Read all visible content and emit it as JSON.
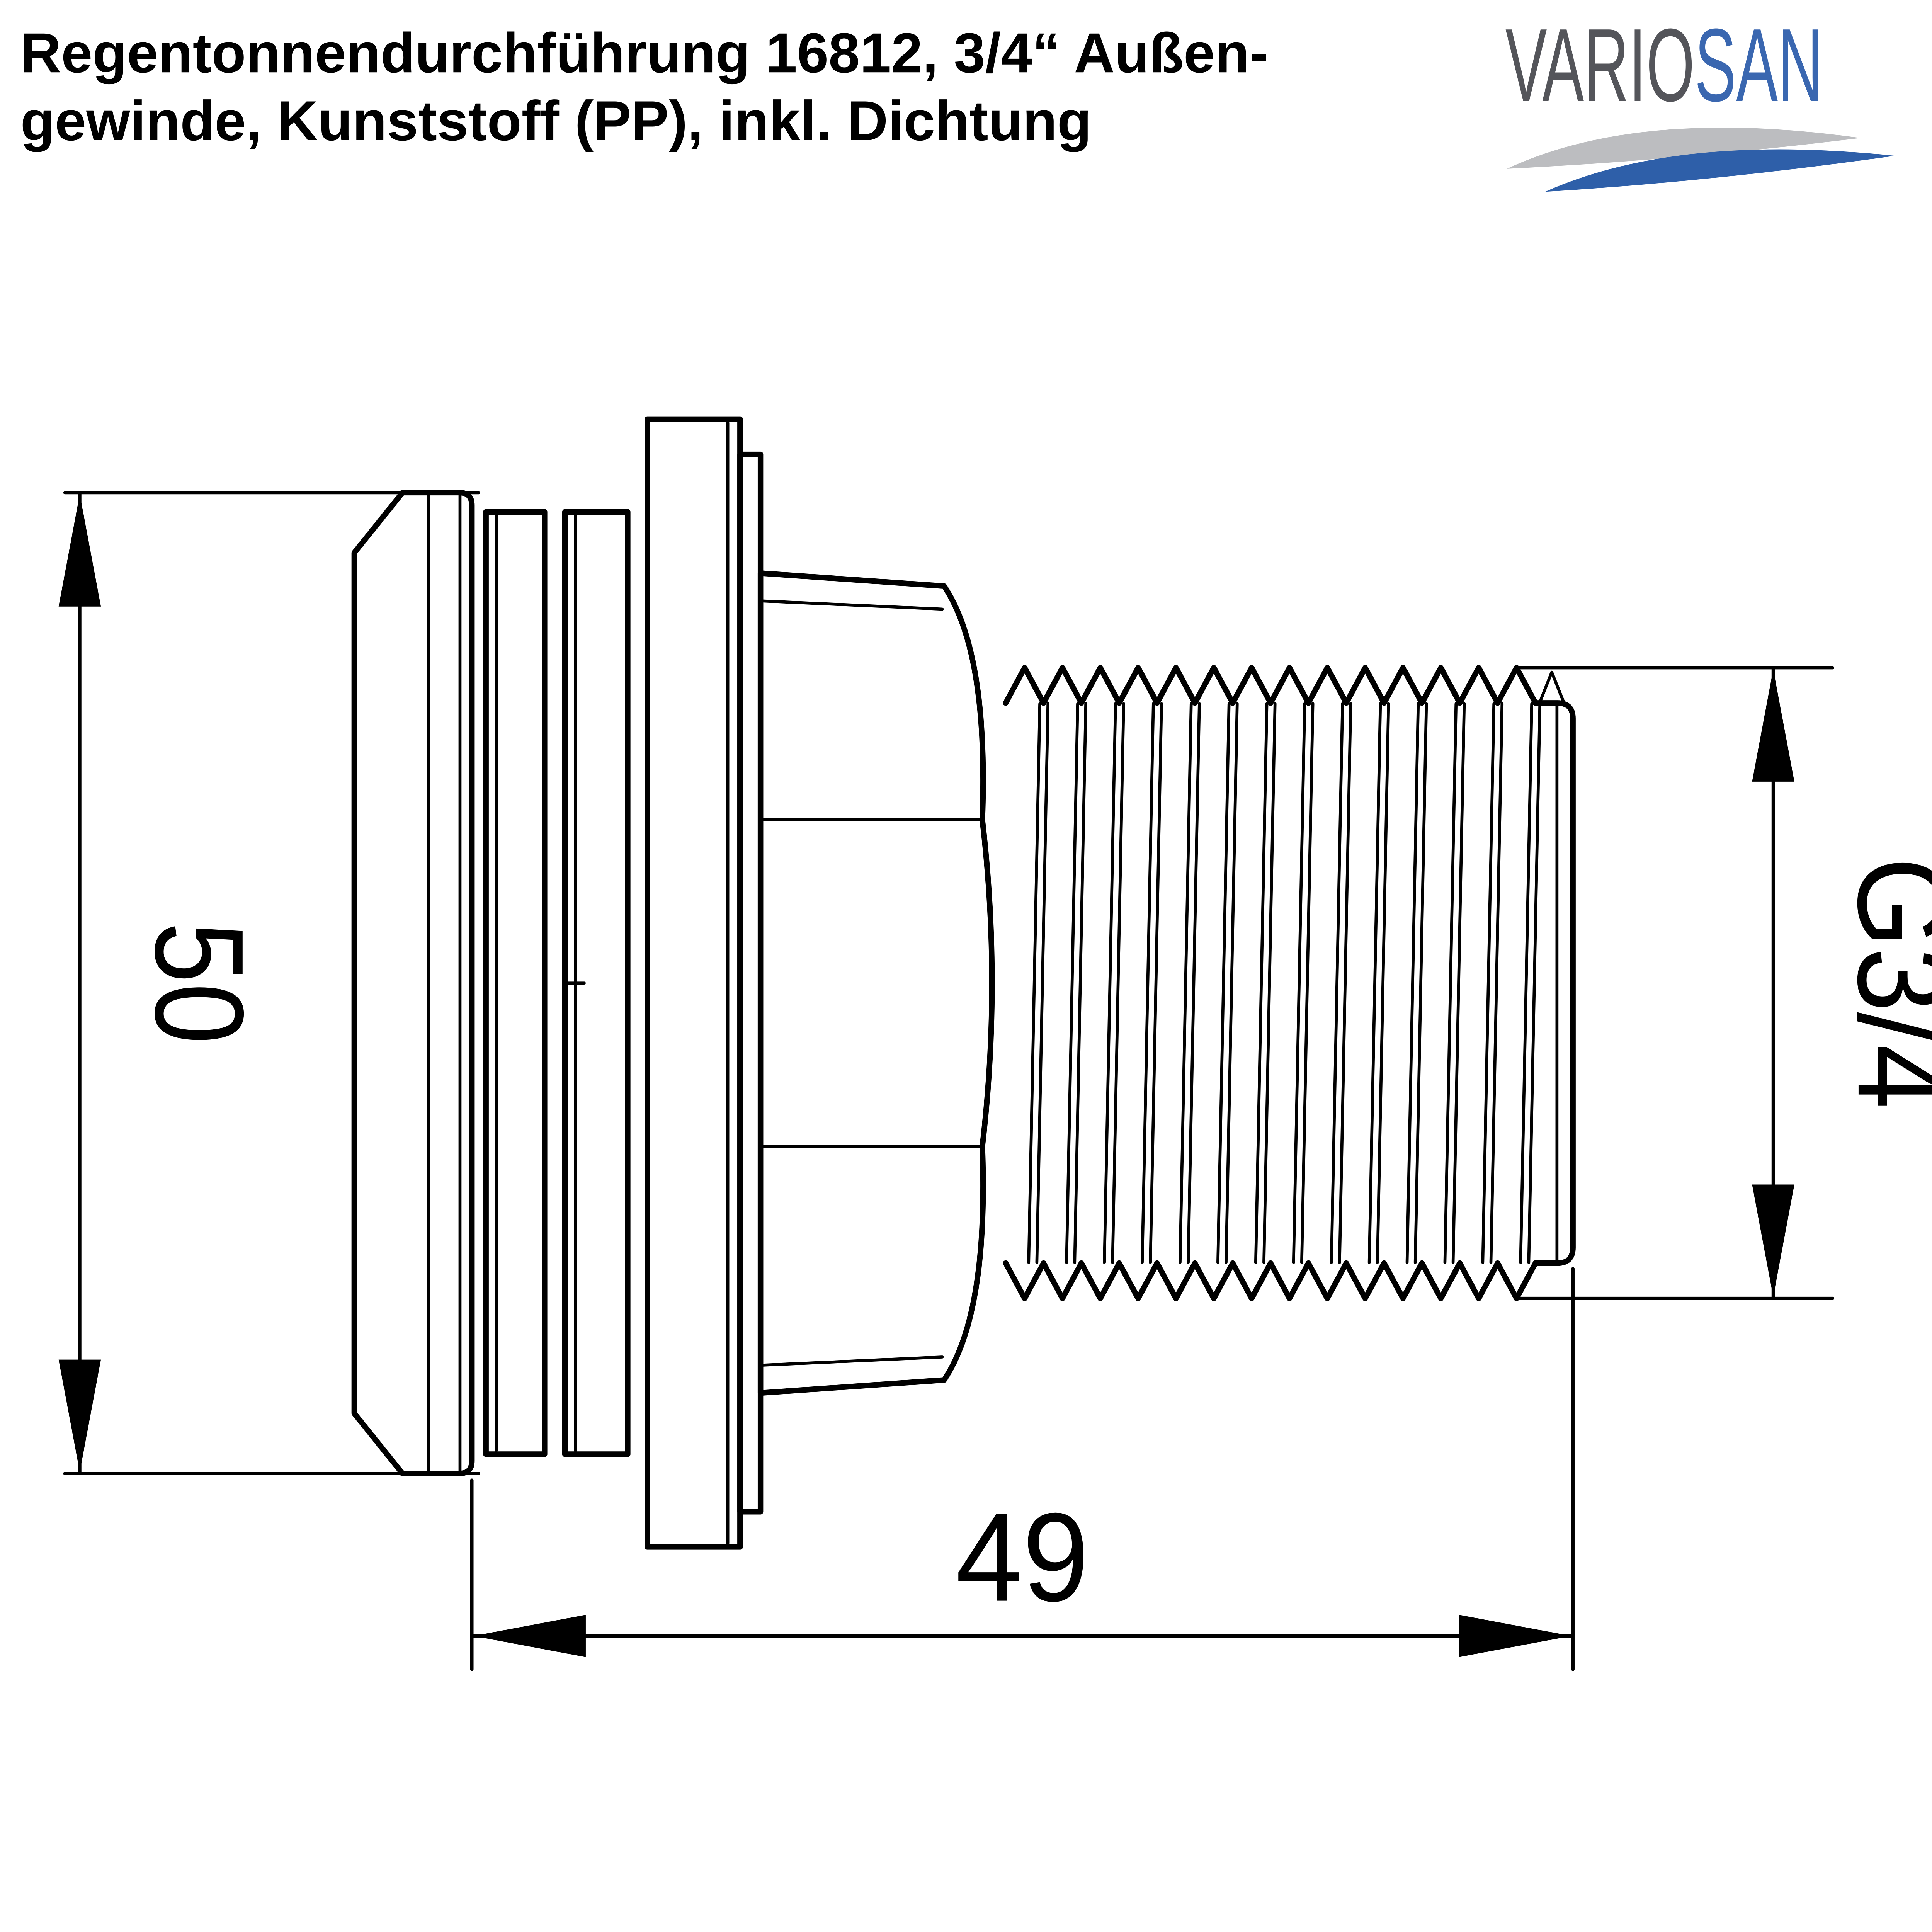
{
  "page": {
    "background": "#ffffff"
  },
  "title": {
    "line1": "Regentonnendurchführung 16812, 3/4“ Außen-",
    "line2": "gewinde, Kunststoff (PP), inkl. Dichtung"
  },
  "logo": {
    "word_primary": "VARIO",
    "word_accent": "SAN",
    "color_primary": "#54555a",
    "color_accent": "#3a67b0",
    "wave_top_color": "#bcbdc0",
    "wave_bottom_color": "#2e5fa9"
  },
  "drawing": {
    "stroke_color": "#000000",
    "labels": {
      "height": "50",
      "thread": "G3/4",
      "length": "49"
    }
  }
}
